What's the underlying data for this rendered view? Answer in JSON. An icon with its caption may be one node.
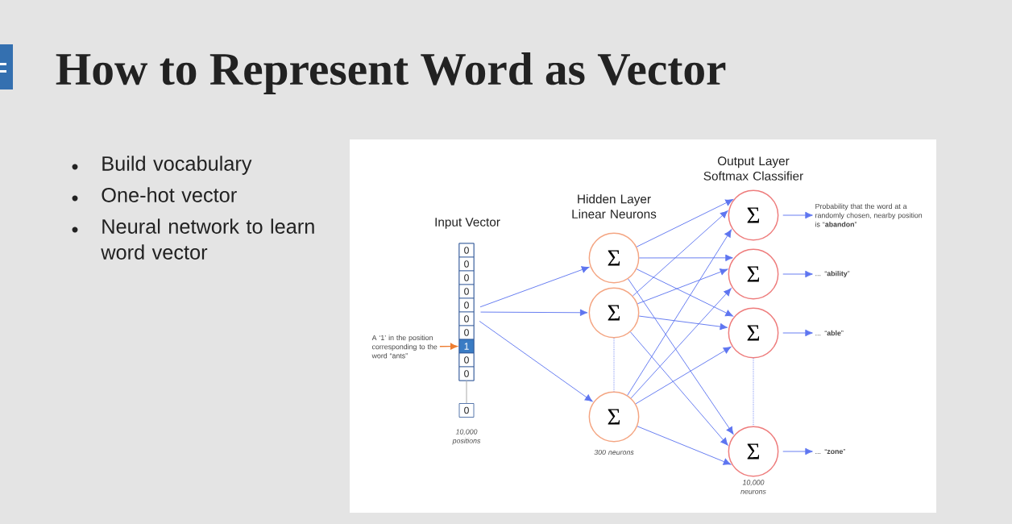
{
  "diagram": {
    "title": "How to Represent Word as Vector",
    "nodes": [
      {
        "text": [
          "Input Vector"
        ]
      },
      {
        "text": [
          "0"
        ],
        "in": 0
      },
      {
        "text": [
          "0"
        ],
        "in": 0
      },
      {
        "text": [
          "0"
        ],
        "in": 0
      },
      {
        "text": [
          "0"
        ],
        "in": 0
      },
      {
        "text": [
          "0"
        ],
        "in": 0
      },
      {
        "text": [
          "0"
        ],
        "in": 0
      },
      {
        "text": [
          "0"
        ],
        "in": 0
      },
      {
        "text": [
          "1"
        ],
        "in": 0
      },
      {
        "text": [
          "0"
        ],
        "in": 0
      },
      {
        "text": [
          "0"
        ],
        "in": 0
      },
      {
        "text": [
          "0"
        ],
        "beside": [
          "10,000 positions"
        ]
      },
      {
        "text": [
          "A ‘1’ in the position corresponding to the word “ants”"
        ]
      },
      {
        "text": [
          "Σ"
        ]
      },
      {
        "text": [
          "Σ"
        ]
      },
      {
        "text": [
          "Σ"
        ],
        "beside": [
          "300 neurons"
        ]
      },
      {
        "text": [
          "Σ"
        ]
      },
      {
        "text": [
          "Σ"
        ]
      },
      {
        "text": [
          "Σ"
        ]
      },
      {
        "text": [
          "Σ"
        ],
        "beside": [
          "10,000 neurons"
        ]
      },
      {
        "text": [
          "Probability that the word at a randomly chosen, nearby position is “**abandon**”"
        ]
      },
      {
        "text": [
          "... “**ability**”"
        ]
      },
      {
        "text": [
          "... “**able**”"
        ]
      },
      {
        "text": [
          "... “**zone**”"
        ]
      }
    ],
    "edges": [
      {
        "from": 12,
        "to": 8,
        "arrow": "to",
        "color": "#ed7d31"
      },
      {
        "from": 10,
        "to": 11,
        "arrow": "none",
        "color": "#bfbfbf"
      },
      {
        "from": 14,
        "to": 15,
        "arrow": "none",
        "style": "dashed"
      },
      {
        "from": 18,
        "to": 19,
        "arrow": "none",
        "style": "dashed"
      },
      {
        "from": 0,
        "to": 13,
        "arrow": "to"
      },
      {
        "from": 0,
        "to": 14,
        "arrow": "to"
      },
      {
        "from": 0,
        "to": 15,
        "arrow": "to"
      },
      {
        "from": 13,
        "to": 16,
        "arrow": "to"
      },
      {
        "from": 13,
        "to": 17,
        "arrow": "to"
      },
      {
        "from": 13,
        "to": 18,
        "arrow": "to"
      },
      {
        "from": 13,
        "to": 19,
        "arrow": "to"
      },
      {
        "from": 14,
        "to": 16,
        "arrow": "to"
      },
      {
        "from": 14,
        "to": 17,
        "arrow": "to"
      },
      {
        "from": 14,
        "to": 18,
        "arrow": "to"
      },
      {
        "from": 14,
        "to": 19,
        "arrow": "to"
      },
      {
        "from": 15,
        "to": 16,
        "arrow": "to"
      },
      {
        "from": 15,
        "to": 17,
        "arrow": "to"
      },
      {
        "from": 15,
        "to": 18,
        "arrow": "to"
      },
      {
        "from": 15,
        "to": 19,
        "arrow": "to"
      },
      {
        "from": 16,
        "to": 20,
        "arrow": "to"
      },
      {
        "from": 17,
        "to": 21,
        "arrow": "to"
      },
      {
        "from": 18,
        "to": 22,
        "arrow": "to"
      },
      {
        "from": 19,
        "to": 23,
        "arrow": "to"
      }
    ],
    "labels": [
      "Build vocabulary",
      "One-hot vector",
      "Neural network to learn word vector",
      "Hidden Layer Linear Neurons",
      "Output Layer Softmax Classifier"
    ]
  }
}
